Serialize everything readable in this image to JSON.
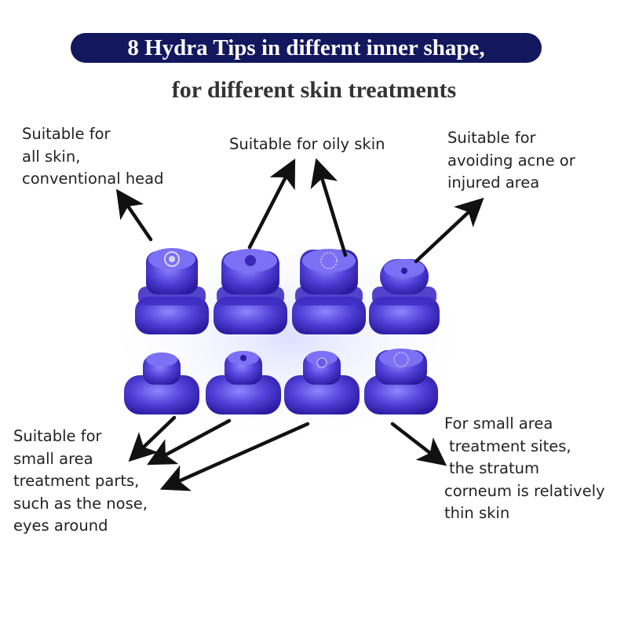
{
  "title": "8 Hydra Tips in differnt inner shape,",
  "subtitle": "for different skin treatments",
  "annotations": {
    "all_skin": [
      "Suitable for",
      "all skin,",
      "conventional head"
    ],
    "oily_skin": [
      "Suitable for oily skin"
    ],
    "acne": [
      "Suitable for",
      "avoiding acne or",
      "injured area"
    ],
    "small_area_nose": [
      "Suitable for",
      "small area",
      "treatment parts,",
      "such as the nose,",
      "eyes around"
    ],
    "stratum": [
      "For small area",
      "treatment sites,",
      "the stratum",
      "corneum is relatively",
      "thin skin"
    ]
  },
  "colors": {
    "banner_bg": "#13175e",
    "banner_text": "#ffffff",
    "tip_color": "#4f3fd6",
    "tip_dark": "#2a1aa0",
    "text": "#222222"
  },
  "tips": {
    "count": 8,
    "rows": 2,
    "per_row": 4
  }
}
